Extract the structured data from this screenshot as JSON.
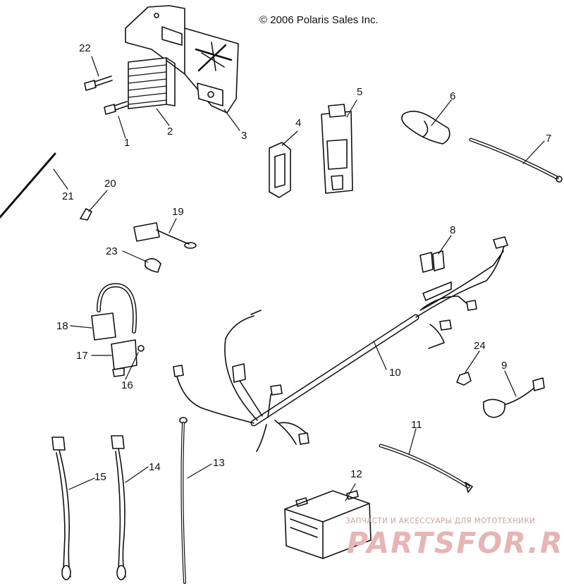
{
  "copyright": "© 2006 Polaris Sales Inc.",
  "callouts": [
    "1",
    "2",
    "3",
    "4",
    "5",
    "6",
    "7",
    "8",
    "9",
    "10",
    "11",
    "12",
    "13",
    "14",
    "15",
    "16",
    "17",
    "18",
    "19",
    "20",
    "21",
    "22",
    "23",
    "24"
  ],
  "watermark": {
    "tagline": "ЗАПЧАСТИ И АКСЕССУАРЫ ДЛЯ МОТОТЕХНИКИ",
    "site": "PARTSFOR.RU"
  },
  "colors": {
    "line": "#111111",
    "watermark": "#e7b5b5",
    "watermark_small": "#c9a3a3"
  }
}
